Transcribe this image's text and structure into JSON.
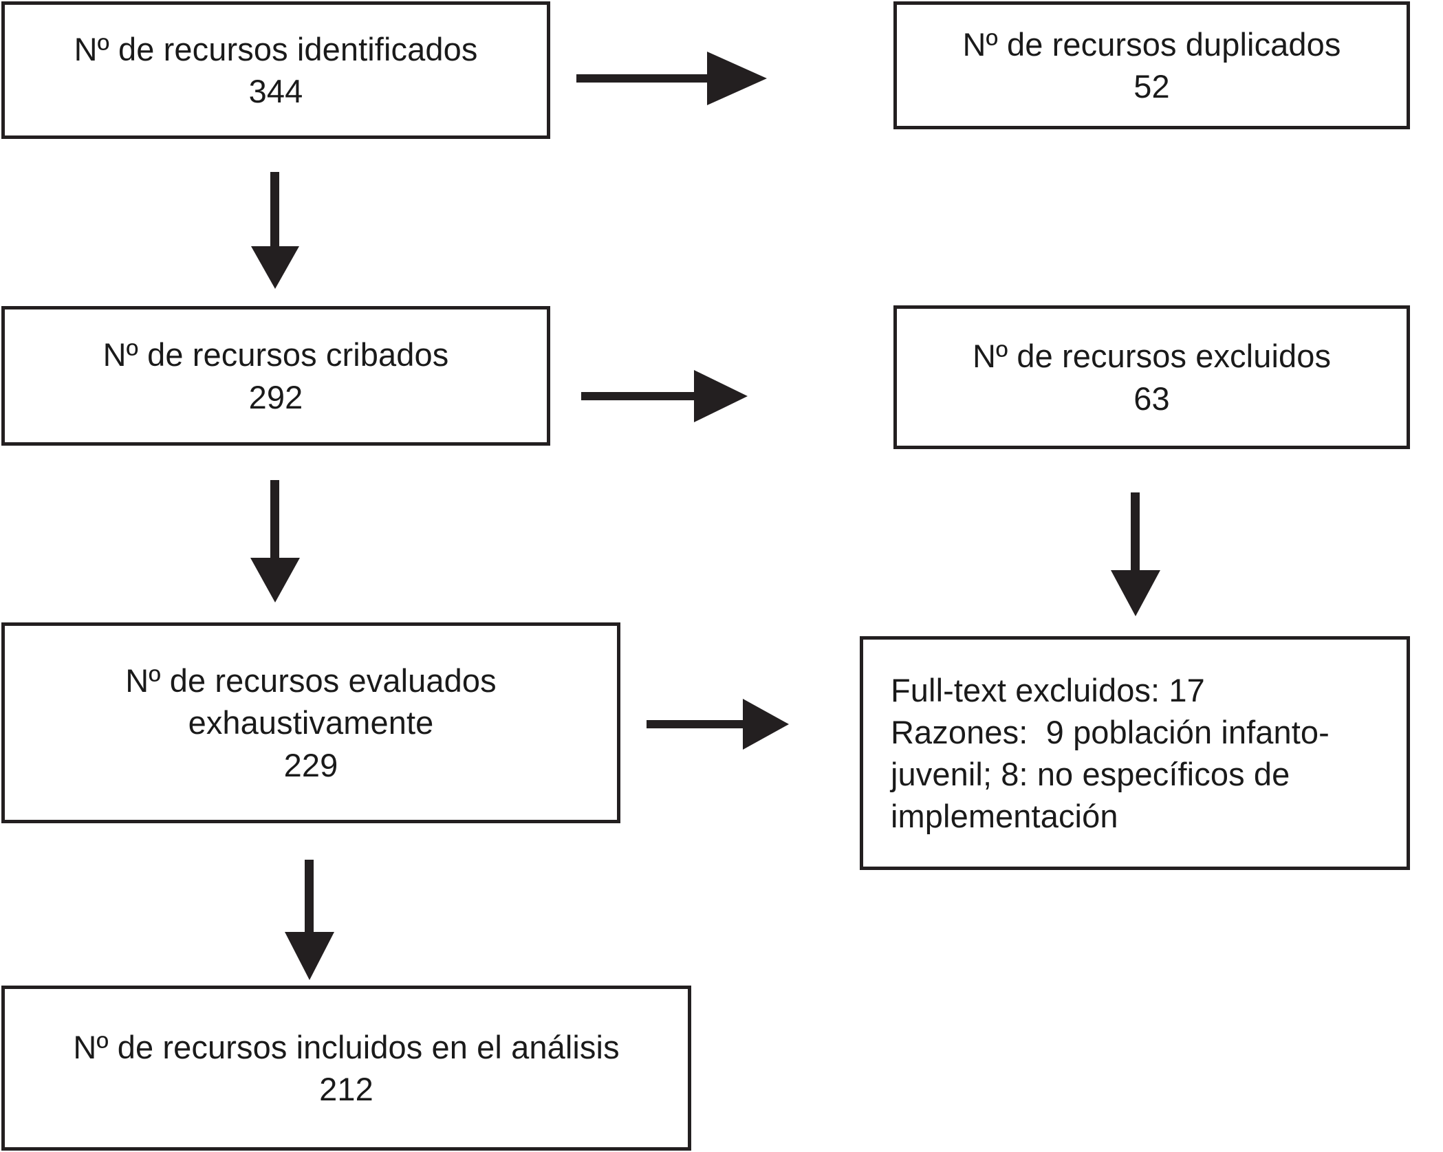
{
  "diagram": {
    "type": "prisma-flow-diagram",
    "language": "es",
    "colors": {
      "stroke": "#231f20",
      "background": "#ffffff",
      "text": "#1a1a1a"
    },
    "boxes": [
      {
        "id": "identificados",
        "lines": [
          "Nº de recursos identificados",
          "344"
        ],
        "count": 344,
        "align": "center"
      },
      {
        "id": "duplicados",
        "lines": [
          "Nº de recursos duplicados",
          "52"
        ],
        "count": 52,
        "align": "center"
      },
      {
        "id": "cribados",
        "lines": [
          "Nº de recursos cribados",
          "292"
        ],
        "count": 292,
        "align": "center"
      },
      {
        "id": "excluidos",
        "lines": [
          "Nº de recursos excluidos",
          "63"
        ],
        "count": 63,
        "align": "center"
      },
      {
        "id": "evaluados",
        "lines": [
          "Nº de recursos evaluados",
          "exhaustivamente",
          "229"
        ],
        "count": 229,
        "align": "center"
      },
      {
        "id": "fulltext-excluidos",
        "lines": [
          "Full-text excluidos: 17",
          "Razones:  9 población infanto-juvenil; 8: no específicos de implementación"
        ],
        "count": 17,
        "align": "left"
      },
      {
        "id": "incluidos",
        "lines": [
          "Nº de recursos incluidos en el análisis",
          "212"
        ],
        "count": 212,
        "align": "center"
      }
    ],
    "arrows": [
      {
        "id": "identificados-to-duplicados",
        "direction": "right"
      },
      {
        "id": "identificados-to-cribados",
        "direction": "down"
      },
      {
        "id": "cribados-to-excluidos",
        "direction": "right"
      },
      {
        "id": "cribados-to-evaluados",
        "direction": "down"
      },
      {
        "id": "excluidos-to-fulltext",
        "direction": "down"
      },
      {
        "id": "evaluados-to-fulltext",
        "direction": "right"
      },
      {
        "id": "evaluados-to-incluidos",
        "direction": "down"
      }
    ]
  }
}
